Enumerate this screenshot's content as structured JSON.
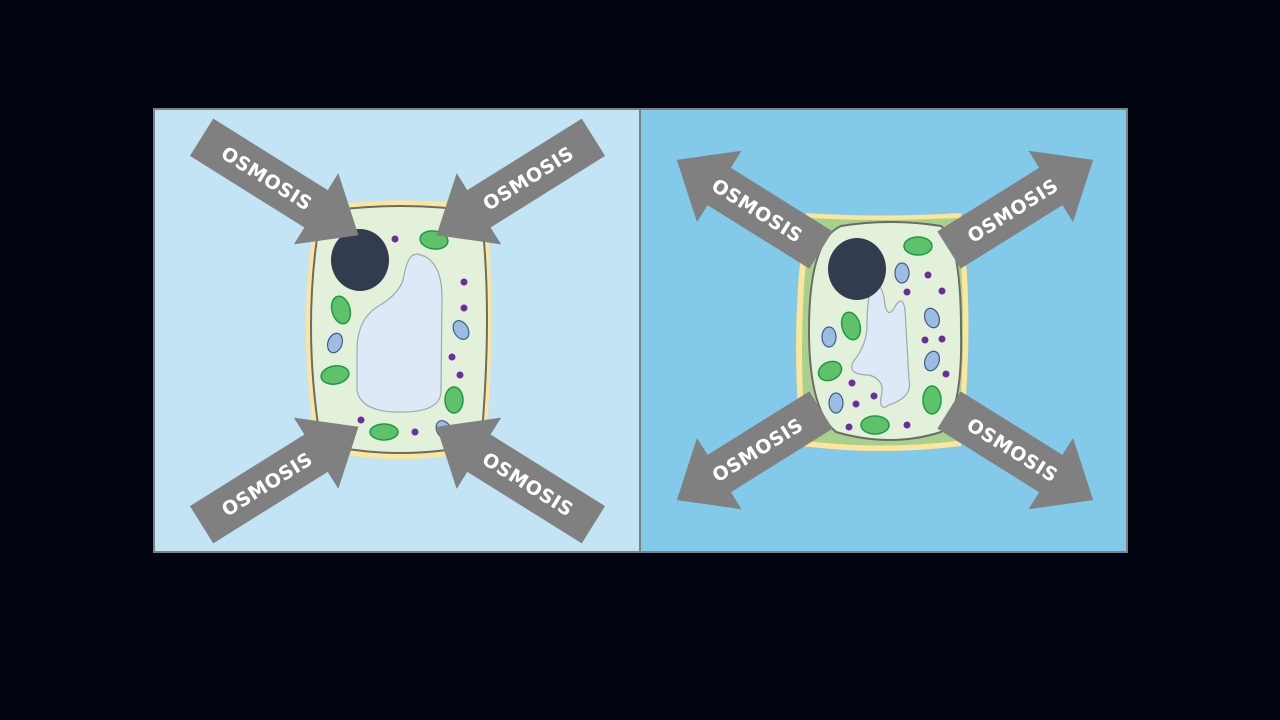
{
  "diagram": {
    "panels": [
      {
        "id": "hypotonic",
        "background": "#c2e4f4",
        "arrow_direction": "inward",
        "cell_state": "turgid",
        "arrows": [
          {
            "position": "top-left",
            "label": "OSMOSIS"
          },
          {
            "position": "top-right",
            "label": "OSMOSIS"
          },
          {
            "position": "bottom-left",
            "label": "OSMOSIS"
          },
          {
            "position": "bottom-right",
            "label": "OSMOSIS"
          }
        ]
      },
      {
        "id": "hypertonic",
        "background": "#82c9ea",
        "arrow_direction": "outward",
        "cell_state": "plasmolysed",
        "arrows": [
          {
            "position": "top-left",
            "label": "OSMOSIS"
          },
          {
            "position": "top-right",
            "label": "OSMOSIS"
          },
          {
            "position": "bottom-left",
            "label": "OSMOSIS"
          },
          {
            "position": "bottom-right",
            "label": "OSMOSIS"
          }
        ]
      }
    ],
    "colors": {
      "page_background": "#030412",
      "frame_border": "#808080",
      "arrow": "#808080",
      "arrow_text": "#ffffff",
      "cell_wall": "#fde59a",
      "cytoplasm": "#e3f0da",
      "shrunk_gap": "#a9d18e",
      "vacuole": "#dde9f6",
      "nucleus": "#323c4e",
      "chloroplast": "#5ec26c",
      "mitochondrion": "#9dbce4",
      "ribosome": "#6a2ea0"
    }
  }
}
